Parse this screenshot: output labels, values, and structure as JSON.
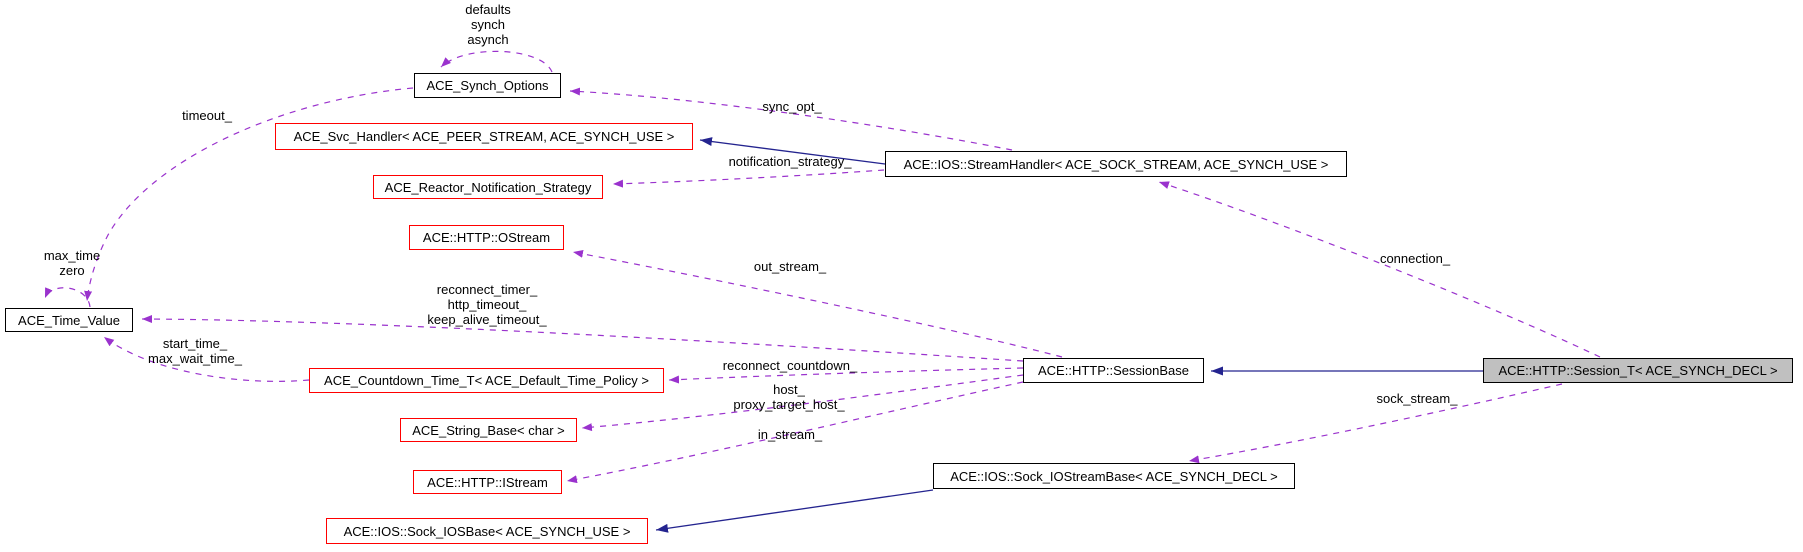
{
  "diagram": {
    "kind": "collaboration-graph",
    "nodes": {
      "synch_options": {
        "label": "ACE_Synch_Options",
        "border": "black"
      },
      "svc_handler": {
        "label": "ACE_Svc_Handler< ACE_PEER_STREAM, ACE_SYNCH_USE >",
        "border": "red"
      },
      "reactor_notification_strategy": {
        "label": "ACE_Reactor_Notification_Strategy",
        "border": "red"
      },
      "http_ostream": {
        "label": "ACE::HTTP::OStream",
        "border": "red"
      },
      "time_value": {
        "label": "ACE_Time_Value",
        "border": "black"
      },
      "countdown_time_t": {
        "label": "ACE_Countdown_Time_T< ACE_Default_Time_Policy >",
        "border": "red"
      },
      "string_base": {
        "label": "ACE_String_Base< char >",
        "border": "red"
      },
      "http_istream": {
        "label": "ACE::HTTP::IStream",
        "border": "red"
      },
      "sock_iosbase": {
        "label": "ACE::IOS::Sock_IOSBase< ACE_SYNCH_USE >",
        "border": "red"
      },
      "stream_handler": {
        "label": "ACE::IOS::StreamHandler< ACE_SOCK_STREAM, ACE_SYNCH_USE >",
        "border": "black"
      },
      "session_base": {
        "label": "ACE::HTTP::SessionBase",
        "border": "black"
      },
      "sock_iostream_base": {
        "label": "ACE::IOS::Sock_IOStreamBase< ACE_SYNCH_DECL >",
        "border": "black"
      },
      "session_t": {
        "label": "ACE::HTTP::Session_T< ACE_SYNCH_DECL >",
        "border": "black",
        "fill": "grey"
      }
    },
    "edge_labels": {
      "synch_options_self": "defaults\nsynch\nasynch",
      "timeout": "timeout_",
      "sync_opt": "sync_opt_",
      "notification_strategy": "notification_strategy_",
      "time_value_self": "max_time\nzero",
      "out_stream": "out_stream_",
      "reconnect_timers": "reconnect_timer_\nhttp_timeout_\nkeep_alive_timeout_",
      "connection": "connection_",
      "start_time": "start_time_\nmax_wait_time_",
      "reconnect_countdown": "reconnect_countdown_",
      "host": "host_\nproxy_target_host_",
      "in_stream": "in_stream_",
      "sock_stream": "sock_stream_"
    },
    "colors": {
      "usage_edge": "#9a32cd",
      "inheritance_edge": "#24248f",
      "node_border": "#000000",
      "external_node_border": "#ff0000",
      "focus_node_fill": "#c0c0c0",
      "background": "#ffffff"
    }
  }
}
